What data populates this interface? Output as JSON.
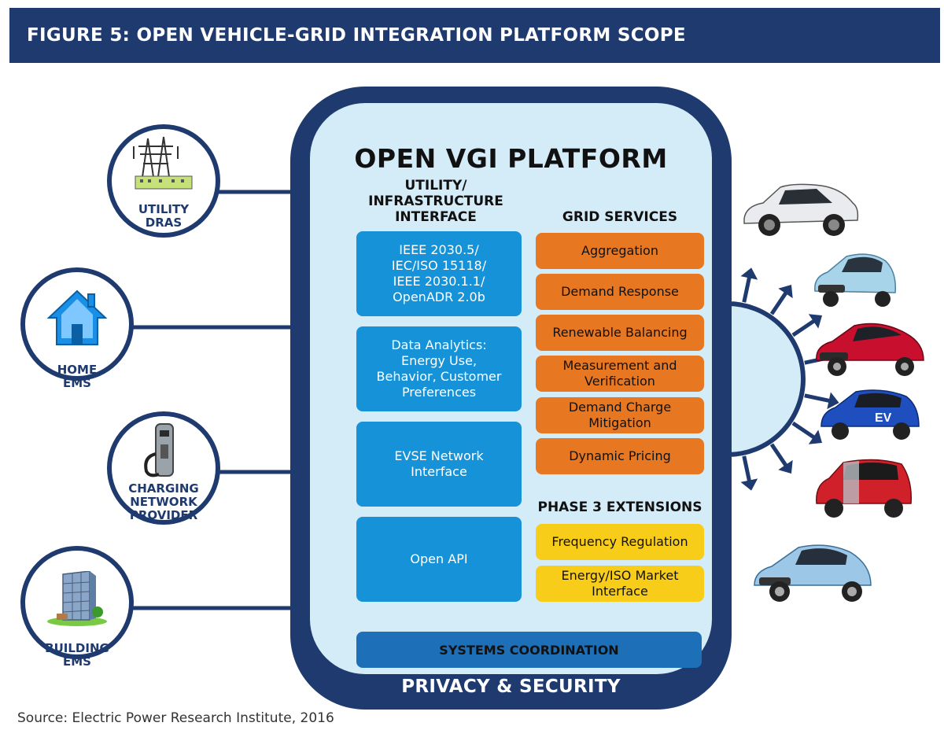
{
  "header": {
    "title": "FIGURE 5: OPEN VEHICLE-GRID INTEGRATION PLATFORM SCOPE"
  },
  "nodes": [
    {
      "label": "UTILITY\nDRAS",
      "icon": "power-transmission-tower-icon"
    },
    {
      "label": "HOME\nEMS",
      "icon": "house-icon"
    },
    {
      "label": "CHARGING\nNETWORK\nPROVIDER",
      "icon": "ev-charger-icon"
    },
    {
      "label": "BUILDING\nEMS",
      "icon": "office-building-icon"
    }
  ],
  "platform": {
    "title": "OPEN VGI PLATFORM",
    "interface_heading": "UTILITY/\nINFRASTRUCTURE\nINTERFACE",
    "interface_boxes": [
      "IEEE 2030.5/\nIEC/ISO 15118/\nIEEE 2030.1.1/\nOpenADR 2.0b",
      "Data Analytics:\nEnergy Use,\nBehavior, Customer\nPreferences",
      "EVSE Network\nInterface",
      "Open API"
    ],
    "grid_services_heading": "GRID SERVICES",
    "grid_services": [
      "Aggregation",
      "Demand Response",
      "Renewable Balancing",
      "Measurement and\nVerification",
      "Demand Charge\nMitigation",
      "Dynamic Pricing"
    ],
    "extensions_heading": "PHASE 3 EXTENSIONS",
    "extensions": [
      "Frequency Regulation",
      "Energy/ISO Market\nInterface"
    ],
    "systems_coordination": "SYSTEMS COORDINATION",
    "privacy_security": "PRIVACY & SECURITY"
  },
  "vehicles": [
    {
      "icon": "white-ev-car-icon",
      "color": "#e9ebee"
    },
    {
      "icon": "light-blue-ev-car-icon",
      "color": "#a8d4ea"
    },
    {
      "icon": "red-ev-car-icon",
      "color": "#c8102e"
    },
    {
      "icon": "blue-ev-car-icon",
      "color": "#1f4fbf"
    },
    {
      "icon": "red-smart-car-icon",
      "color": "#d0212a"
    },
    {
      "icon": "light-blue-hybrid-car-icon",
      "color": "#9cc7e6"
    }
  ],
  "source": "Source: Electric Power Research Institute, 2016",
  "colors": {
    "navy": "#1e3a6e",
    "platform_bg": "#d4ebf8",
    "interface_blue": "#1592d8",
    "grid_orange": "#e87722",
    "extension_yellow": "#f8cd1a",
    "coordination_blue": "#1d6fb8"
  }
}
